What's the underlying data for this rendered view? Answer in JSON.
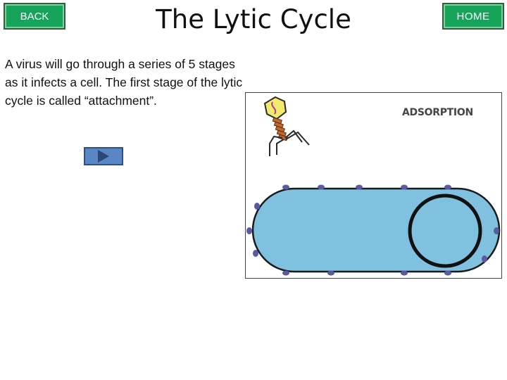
{
  "nav": {
    "back_label": "BACK",
    "home_label": "HOME"
  },
  "title": "The Lytic Cycle",
  "body_text": "A virus will go through a series of 5 stages as it infects a cell. The first stage of the lytic cycle is called “attachment”.",
  "next_button": {
    "icon": "play-triangle-icon"
  },
  "figure": {
    "label": "ADSORPTION",
    "colors": {
      "cell": "#7fc1de",
      "membrane_dots": "#5a5aa0",
      "virus_head": "#f3e96a",
      "virus_tail": "#c0692d"
    }
  },
  "colors": {
    "nav_button": "#16a35a",
    "next_button": "#5b86c6"
  }
}
